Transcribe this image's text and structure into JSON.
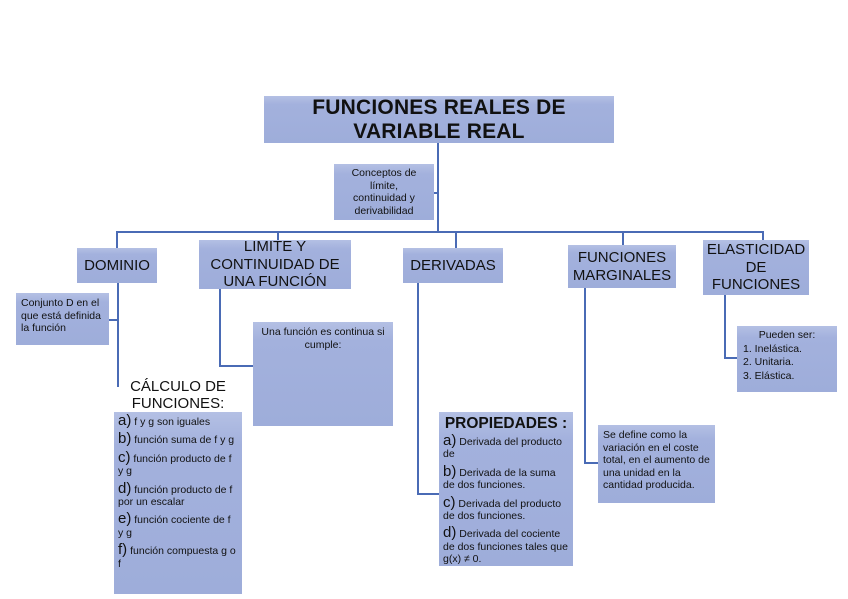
{
  "diagram": {
    "title": "FUNCIONES REALES DE VARIABLE REAL",
    "accent_color": "#4a6bb5",
    "box_fill_color": "#a3b1dd",
    "text_color": "#111111"
  },
  "root": {
    "label": "FUNCIONES REALES DE\nVARIABLE REAL"
  },
  "subtitle_note": {
    "label": "Conceptos de\nlímite,\ncontinuidad y\nderivabilidad"
  },
  "branches": {
    "dominio": {
      "label": "DOMINIO",
      "note": "Conjunto D en el que está definida la función",
      "list_heading": "CÁLCULO DE\nFUNCIONES:",
      "items": [
        {
          "marker": "a)",
          "text": "f y g son iguales"
        },
        {
          "marker": "b)",
          "text": "función suma de f y g"
        },
        {
          "marker": "c)",
          "text": "función producto de f y g"
        },
        {
          "marker": "d)",
          "text": "función producto de f por un escalar"
        },
        {
          "marker": "e)",
          "text": "función cociente de f y g"
        },
        {
          "marker": "f)",
          "text": "función compuesta g o f"
        }
      ]
    },
    "limite": {
      "label": "LÍMITE Y\nCONTINUIDAD DE\nUNA FUNCIÓN",
      "note": "Una función es continua si cumple:"
    },
    "derivadas": {
      "label": "DERIVADAS",
      "list_heading": "PROPIEDADES :",
      "items": [
        {
          "marker": "a)",
          "text": "Derivada del producto de"
        },
        {
          "marker": "b)",
          "text": "Derivada de la suma de dos funciones."
        },
        {
          "marker": "c)",
          "text": "Derivada del producto de dos funciones."
        },
        {
          "marker": "d)",
          "text": "Derivada del cociente de dos funciones tales que g(x) ≠ 0."
        }
      ]
    },
    "marginales": {
      "label": "FUNCIONES\nMARGINALES",
      "note": "Se define como la variación en el coste total, en el aumento de una unidad en la cantidad producida."
    },
    "elasticidad": {
      "label": "ELASTICIDAD\nDE\nFUNCIONES",
      "note_heading": "Pueden ser:",
      "note_items": [
        "1. Inelástica.",
        "2. Unitaria.",
        "3. Elástica."
      ]
    }
  }
}
